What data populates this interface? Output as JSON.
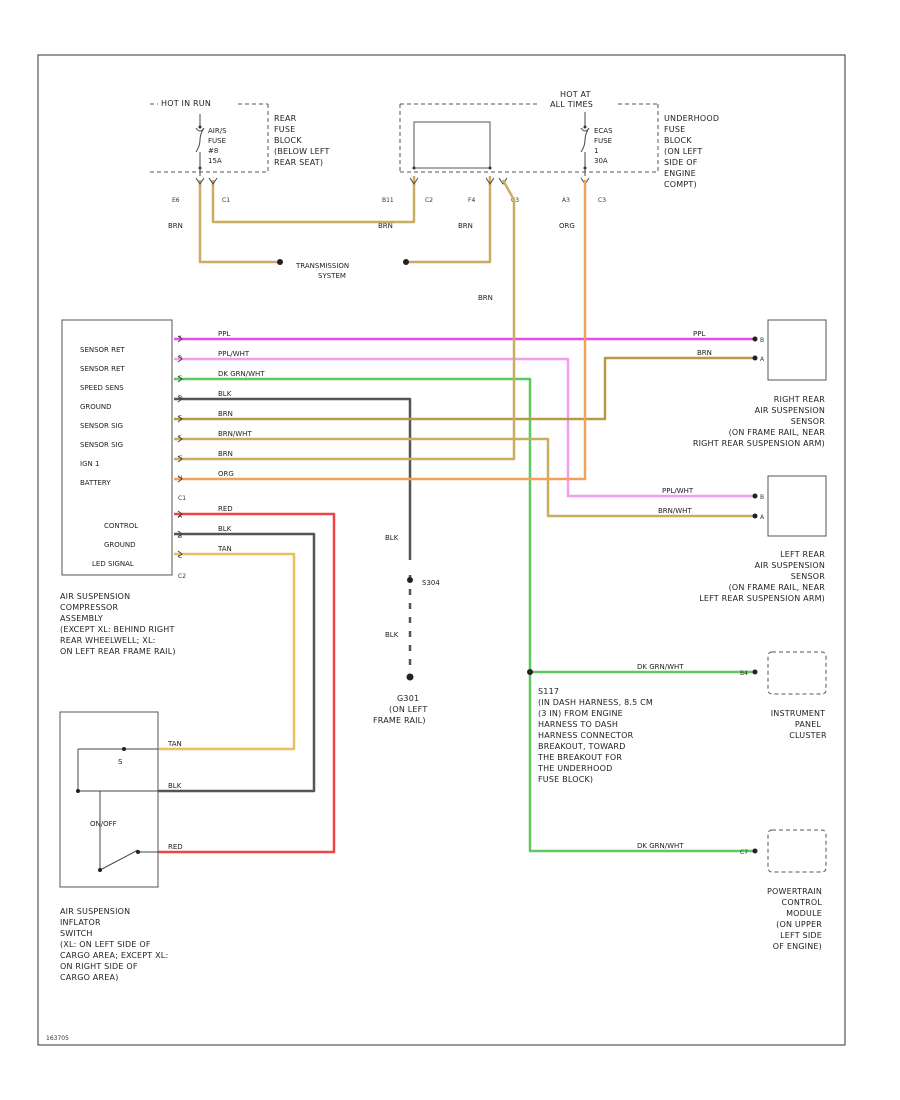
{
  "hot_in_run": "HOT IN RUN",
  "hot_at_all_times": [
    "HOT AT",
    "ALL TIMES"
  ],
  "rear_fuse": {
    "fuse": [
      "AIR/S",
      "FUSE",
      "#8",
      "15A"
    ],
    "desc": [
      "REAR",
      "FUSE",
      "BLOCK",
      "(BELOW LEFT",
      "REAR SEAT)"
    ],
    "pins": [
      "E6",
      "C1"
    ]
  },
  "underhood_fuse": {
    "fuse": [
      "ECAS",
      "FUSE",
      "1",
      "30A"
    ],
    "desc": [
      "UNDERHOOD",
      "FUSE",
      "BLOCK",
      "(ON LEFT",
      "SIDE OF",
      "ENGINE",
      "COMPT)"
    ],
    "pins": [
      "B11",
      "C2",
      "F4",
      "C3",
      "A3",
      "C3"
    ]
  },
  "transmission": [
    "TRANSMISSION",
    "SYSTEM"
  ],
  "compressor": {
    "pins_c1": [
      "A",
      "B",
      "C",
      "D",
      "E",
      "F",
      "G",
      "H"
    ],
    "labels_c1": [
      "SENSOR RET",
      "SENSOR RET",
      "SPEED SENS",
      "GROUND",
      "SENSOR SIG",
      "SENSOR SIG",
      "IGN 1",
      "BATTERY"
    ],
    "c1": "C1",
    "pins_c2": [
      "A",
      "B",
      "C"
    ],
    "labels_c2": [
      "CONTROL",
      "GROUND",
      "LED SIGNAL"
    ],
    "c2": "C2",
    "desc": [
      "AIR SUSPENSION",
      "COMPRESSOR",
      "ASSEMBLY",
      "(EXCEPT XL: BEHIND RIGHT",
      "REAR WHEELWELL; XL:",
      "ON LEFT REAR FRAME RAIL)"
    ]
  },
  "wires": {
    "ppl": "PPL",
    "ppl_wht": "PPL/WHT",
    "dk_grn_wht": "DK GRN/WHT",
    "blk": "BLK",
    "brn": "BRN",
    "brn_wht": "BRN/WHT",
    "org": "ORG",
    "red": "RED",
    "tan": "TAN"
  },
  "right_sensor": {
    "pins": [
      "B",
      "A"
    ],
    "desc": [
      "RIGHT REAR",
      "AIR SUSPENSION",
      "SENSOR",
      "(ON FRAME RAIL, NEAR",
      "RIGHT REAR SUSPENSION ARM)"
    ]
  },
  "left_sensor": {
    "pins": [
      "B",
      "A"
    ],
    "desc": [
      "LEFT REAR",
      "AIR SUSPENSION",
      "SENSOR",
      "(ON FRAME RAIL, NEAR",
      "LEFT REAR SUSPENSION ARM)"
    ]
  },
  "ground": {
    "s": "S304",
    "g": [
      "G301",
      "(ON LEFT",
      "FRAME RAIL)"
    ]
  },
  "splice_note": [
    "S117",
    "(IN DASH HARNESS, 8.5 CM",
    "(3 IN) FROM ENGINE",
    "HARNESS TO DASH",
    "HARNESS CONNECTOR",
    "BREAKOUT, TOWARD",
    "THE BREAKOUT FOR",
    "THE UNDERHOOD",
    "FUSE BLOCK)"
  ],
  "cluster": {
    "pin": "B4",
    "desc": [
      "INSTRUMENT",
      "PANEL",
      "CLUSTER"
    ]
  },
  "pcm": {
    "pin": "C7",
    "desc": [
      "POWERTRAIN",
      "CONTROL",
      "MODULE",
      "(ON UPPER",
      "LEFT SIDE",
      "OF ENGINE)"
    ]
  },
  "switch": {
    "s_lbl": "S",
    "on_off": "ON/OFF",
    "desc": [
      "AIR SUSPENSION",
      "INFLATOR",
      "SWITCH",
      "(XL: ON LEFT SIDE OF",
      "CARGO AREA; EXCEPT XL:",
      "ON RIGHT SIDE OF",
      "CARGO AREA)"
    ]
  },
  "footer": "163705",
  "colors": {
    "ppl": "#e64de6",
    "ppl_wht": "#f29cf2",
    "grn": "#5fc85f",
    "blk": "#555555",
    "brn": "#b89a45",
    "brn_wht": "#c9ad62",
    "org": "#f5a05a",
    "red": "#ee4444",
    "tan": "#e8c060"
  }
}
